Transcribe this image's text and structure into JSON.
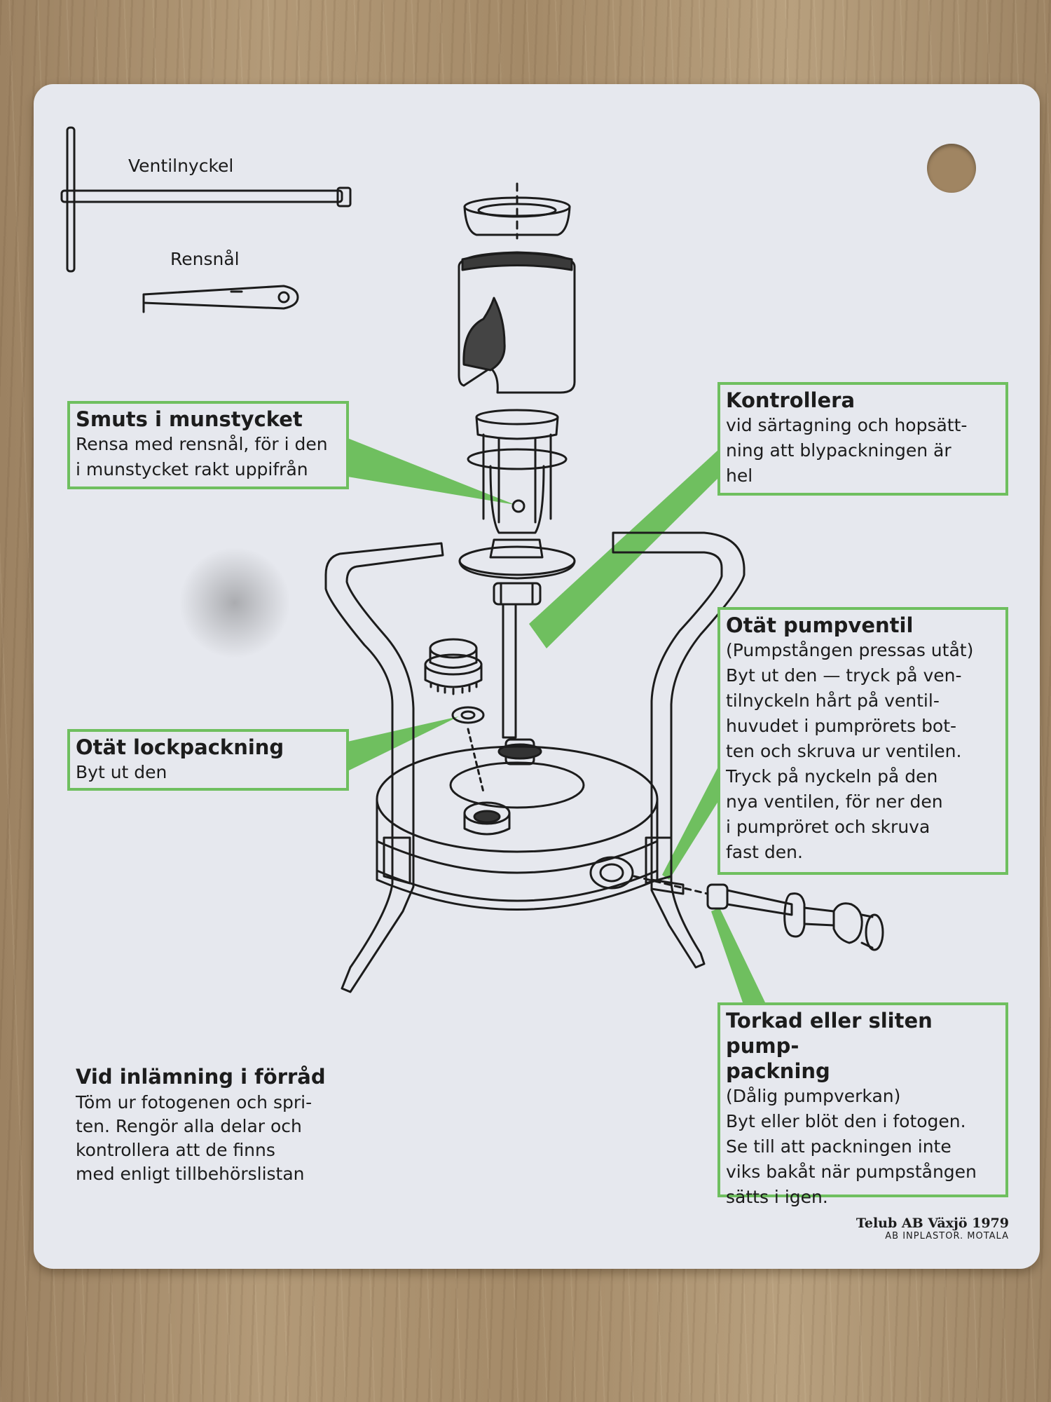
{
  "tools": {
    "valve_key": "Ventilnyckel",
    "cleaning_needle": "Rensnål"
  },
  "callouts": {
    "nozzle": {
      "title": "Smuts i munstycket",
      "lines": [
        "Rensa med rensnål, för i den",
        "i munstycket rakt uppifrån"
      ]
    },
    "check": {
      "title": "Kontrollera",
      "lines": [
        "vid särtagning och hopsätt-",
        "ning att blypackningen är",
        "hel"
      ]
    },
    "pump_valve": {
      "title": "Otät pumpventil",
      "lines": [
        "(Pumpstången pressas utåt)",
        "Byt ut den — tryck på ven-",
        "tilnyckeln hårt på ventil-",
        "huvudet i pumprörets bot-",
        "ten och skruva ur ventilen.",
        "Tryck på nyckeln på den",
        "nya ventilen, för ner den",
        "i pumpröret och skruva",
        "fast den."
      ]
    },
    "lid_gasket": {
      "title": "Otät lockpackning",
      "lines": [
        "Byt ut den"
      ]
    },
    "pump_packing": {
      "title_lines": [
        "Torkad eller sliten pump-",
        "packning"
      ],
      "lines": [
        "(Dålig pumpverkan)",
        "Byt eller blöt den i fotogen.",
        "Se till att packningen inte",
        "viks bakåt när pumpstången",
        "sätts i igen."
      ]
    }
  },
  "storage": {
    "title": "Vid inlämning i förråd",
    "lines": [
      "Töm ur fotogenen och spri-",
      "ten. Rengör alla delar och",
      "kontrollera att de finns",
      "med enligt tillbehörslistan"
    ]
  },
  "credit": {
    "line1": "Telub AB Växjö 1979",
    "line2": "AB INPLASTOR. MOTALA"
  },
  "colors": {
    "callout_green": "#6fbf5f",
    "card_bg": "#e6e8ee",
    "ink": "#1c1c1c"
  }
}
